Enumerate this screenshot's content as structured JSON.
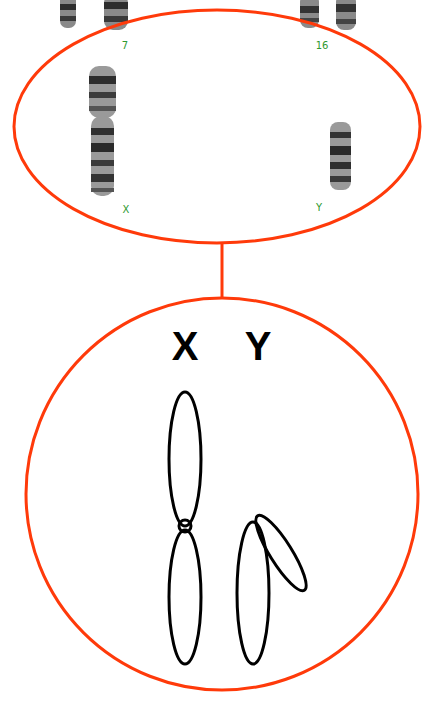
{
  "diagram": {
    "nodes": [
      {
        "text": [
          "7",
          "16",
          "X",
          "Y"
        ]
      },
      {
        "text": [
          "X",
          "Y"
        ]
      }
    ],
    "edges": [
      {
        "from": 0,
        "to": 1,
        "arrow": "none"
      }
    ]
  }
}
